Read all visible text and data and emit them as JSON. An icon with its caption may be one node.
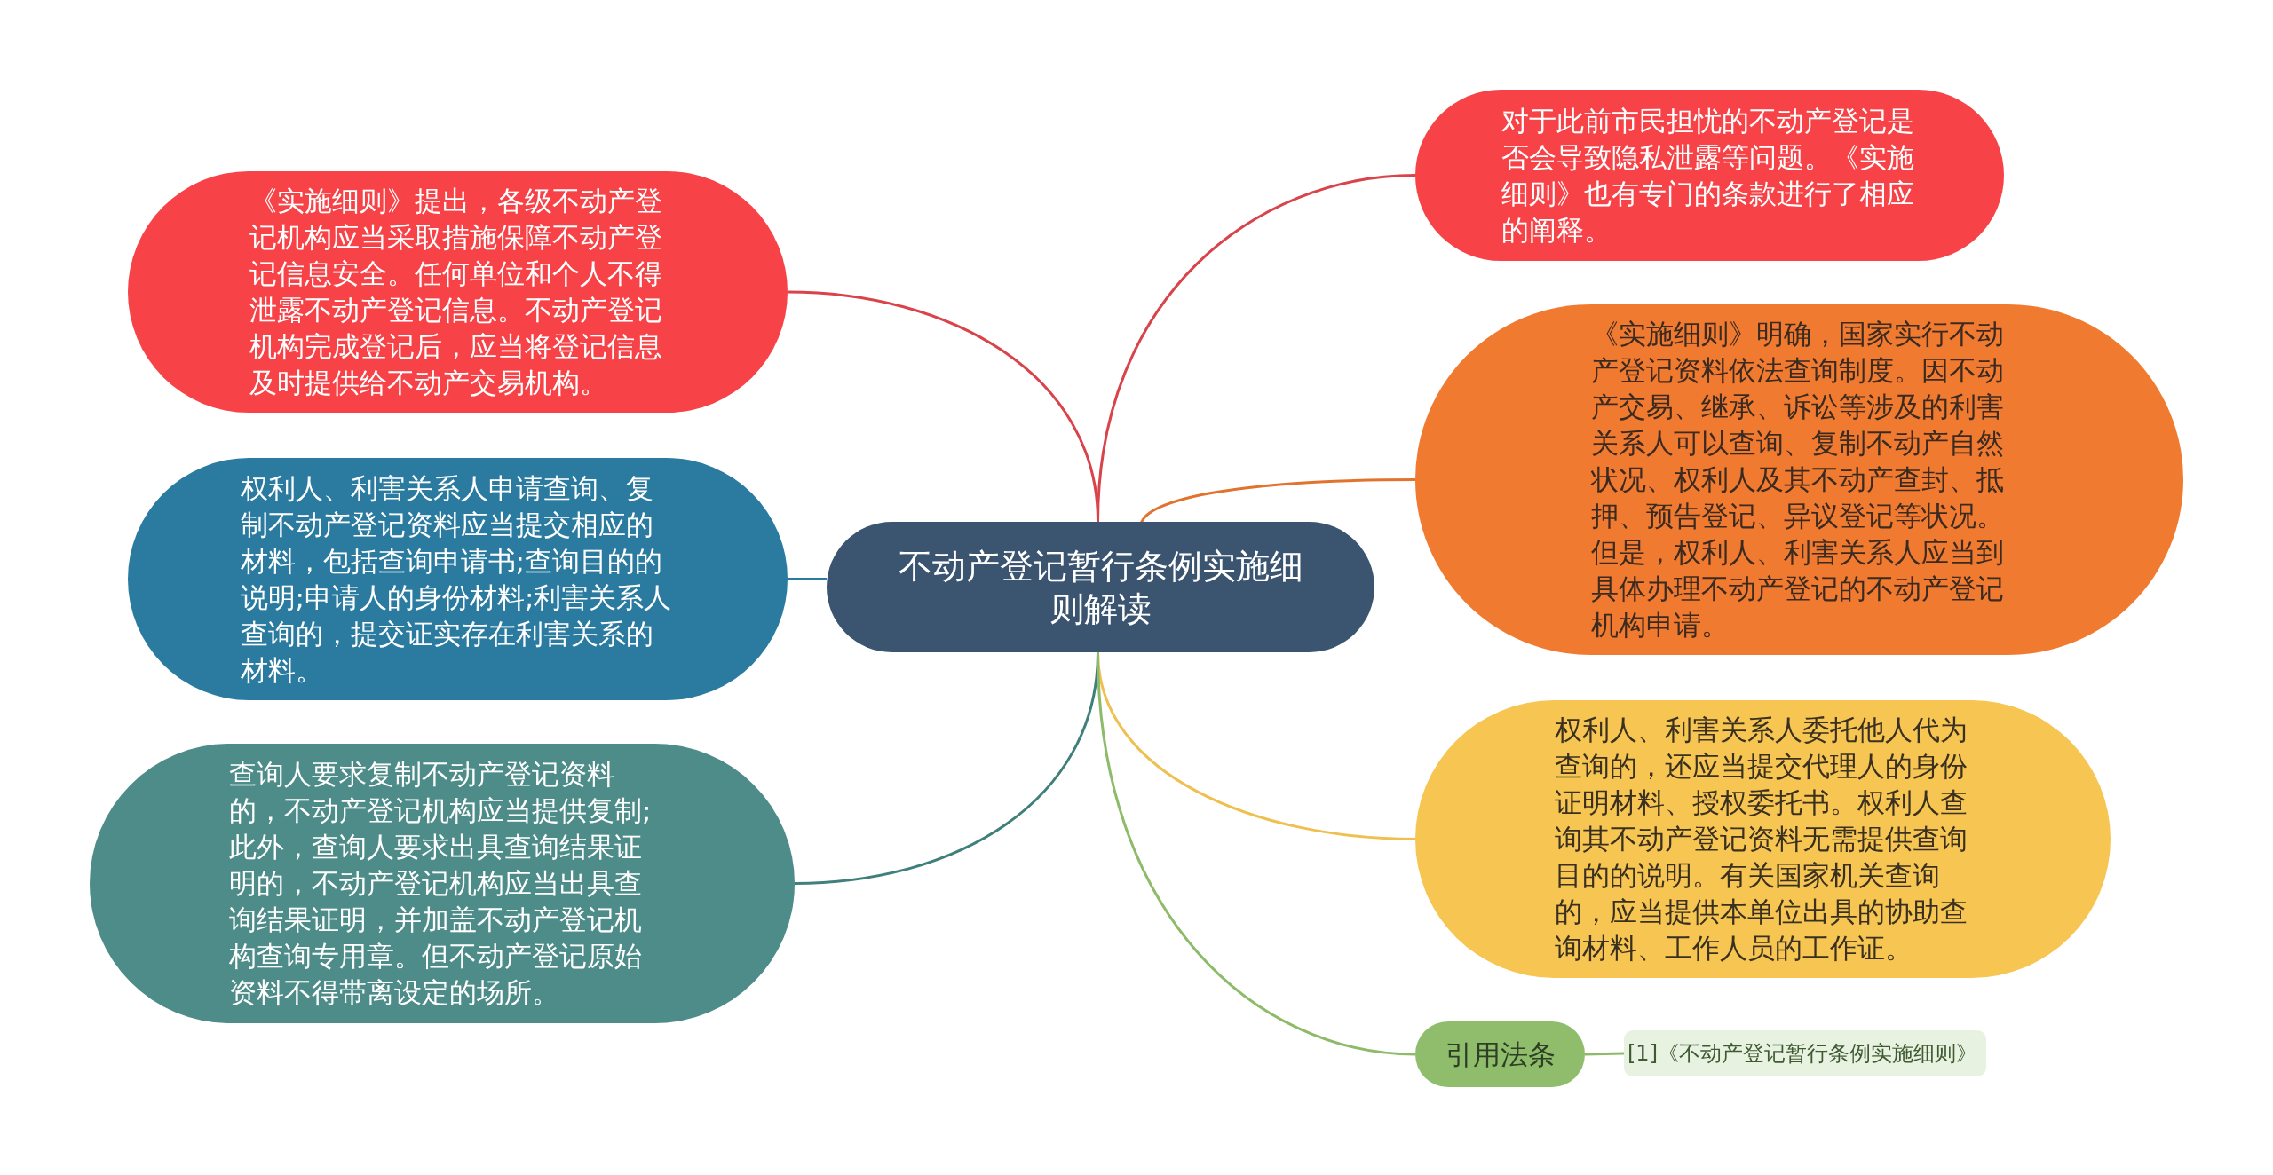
{
  "diagram": {
    "nodes": [
      {
        "text": [
          "不动产登记暂行条例实施细则解读"
        ]
      },
      {
        "text": [
          "《实施细则》提出，各级不动产登记机构应当采取措施保障不动产登记信息安全。任何单位和个人不得泄露不动产登记信息。不动产登记机构完成登记后，应当将登记信息及时提供给不动产交易机构。"
        ]
      },
      {
        "text": [
          "权利人、利害关系人申请查询、复制不动产登记资料应当提交相应的材料，包括查询申请书;查询目的的说明;申请人的身份材料;利害关系人查询的，提交证实存在利害关系的材料。"
        ]
      },
      {
        "text": [
          "查询人要求复制不动产登记资料的，不动产登记机构应当提供复制;此外，查询人要求出具查询结果证明的，不动产登记机构应当出具查询结果证明，并加盖不动产登记机构查询专用章。但不动产登记原始资料不得带离设定的场所。"
        ]
      },
      {
        "text": [
          "对于此前市民担忧的不动产登记是否会导致隐私泄露等问题。《实施细则》也有专门的条款进行了相应的阐释。"
        ]
      },
      {
        "text": [
          "《实施细则》明确，国家实行不动产登记资料依法查询制度。因不动产交易、继承、诉讼等涉及的利害关系人可以查询、复制不动产自然状况、权利人及其不动产查封、抵押、预告登记、异议登记等状况。但是，权利人、利害关系人应当到具体办理不动产登记的不动产登记机构申请。"
        ]
      },
      {
        "text": [
          "权利人、利害关系人委托他人代为查询的，还应当提交代理人的身份证明材料、授权委托书。权利人查询其不动产登记资料无需提供查询目的的说明。有关国家机关查询的，应当提供本单位出具的协助查询材料、工作人员的工作证。"
        ]
      },
      {
        "text": [
          "引用法条"
        ]
      },
      {
        "text": [
          "[1]《不动产登记暂行条例实施细则》"
        ]
      }
    ],
    "edges": [
      {
        "from": 0,
        "to": 1,
        "arrow": "none",
        "color": "#d9434a"
      },
      {
        "from": 0,
        "to": 2,
        "arrow": "none",
        "color": "#2a7b9f"
      },
      {
        "from": 0,
        "to": 3,
        "arrow": "none",
        "color": "#3f7f7c"
      },
      {
        "from": 0,
        "to": 4,
        "arrow": "none",
        "color": "#d9434a"
      },
      {
        "from": 0,
        "to": 5,
        "arrow": "none",
        "color": "#e2732e"
      },
      {
        "from": 0,
        "to": 6,
        "arrow": "none",
        "color": "#efc04f"
      },
      {
        "from": 0,
        "to": 7,
        "arrow": "none",
        "color": "#8dbb6a"
      },
      {
        "from": 7,
        "to": 8,
        "arrow": "none",
        "color": "#8dbb6a"
      }
    ]
  }
}
